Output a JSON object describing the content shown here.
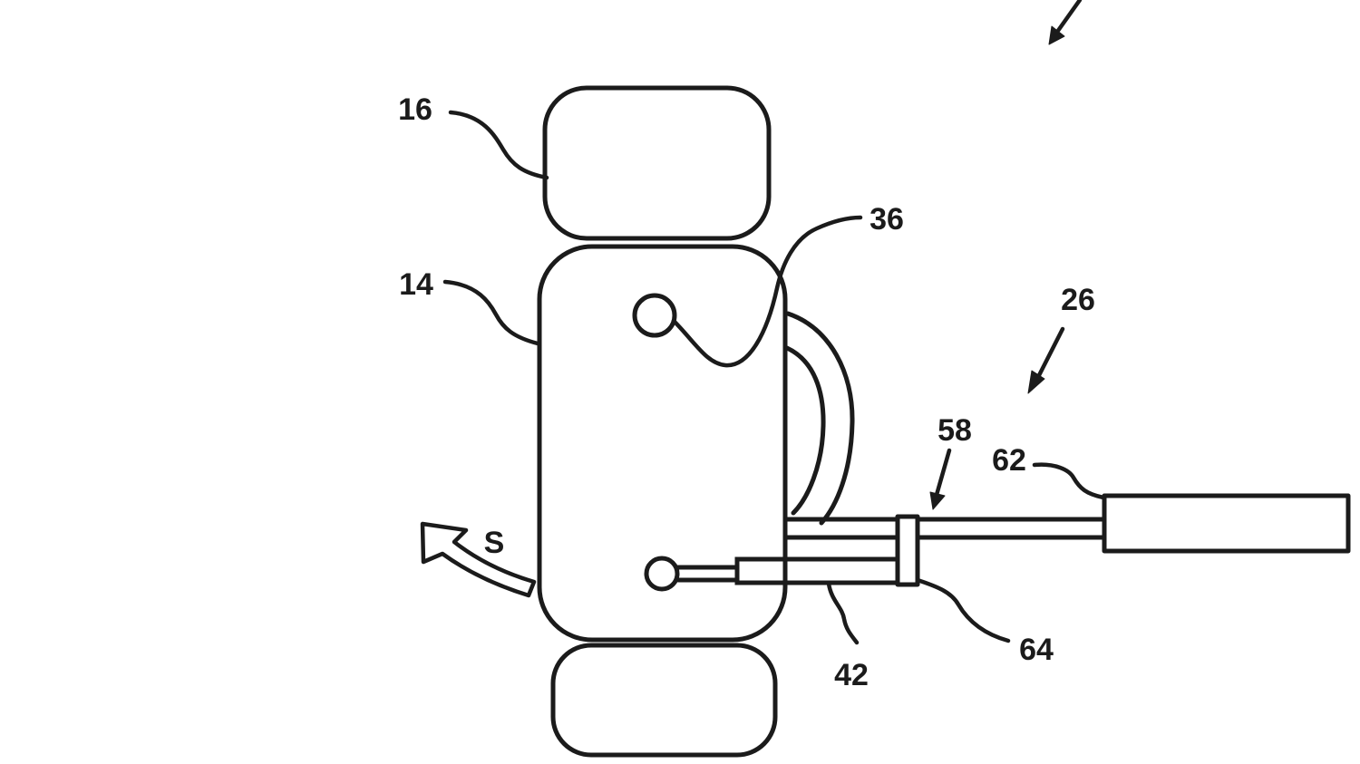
{
  "figure": {
    "background_color": "#ffffff",
    "line_color": "#1b1b1b",
    "callouts": {
      "upper_band": "16",
      "case_body": "14",
      "button": "36",
      "assembly": "26",
      "collar": "58",
      "handle": "62",
      "shaft": "64",
      "pin_bar": "42",
      "swing_direction": "S"
    }
  }
}
